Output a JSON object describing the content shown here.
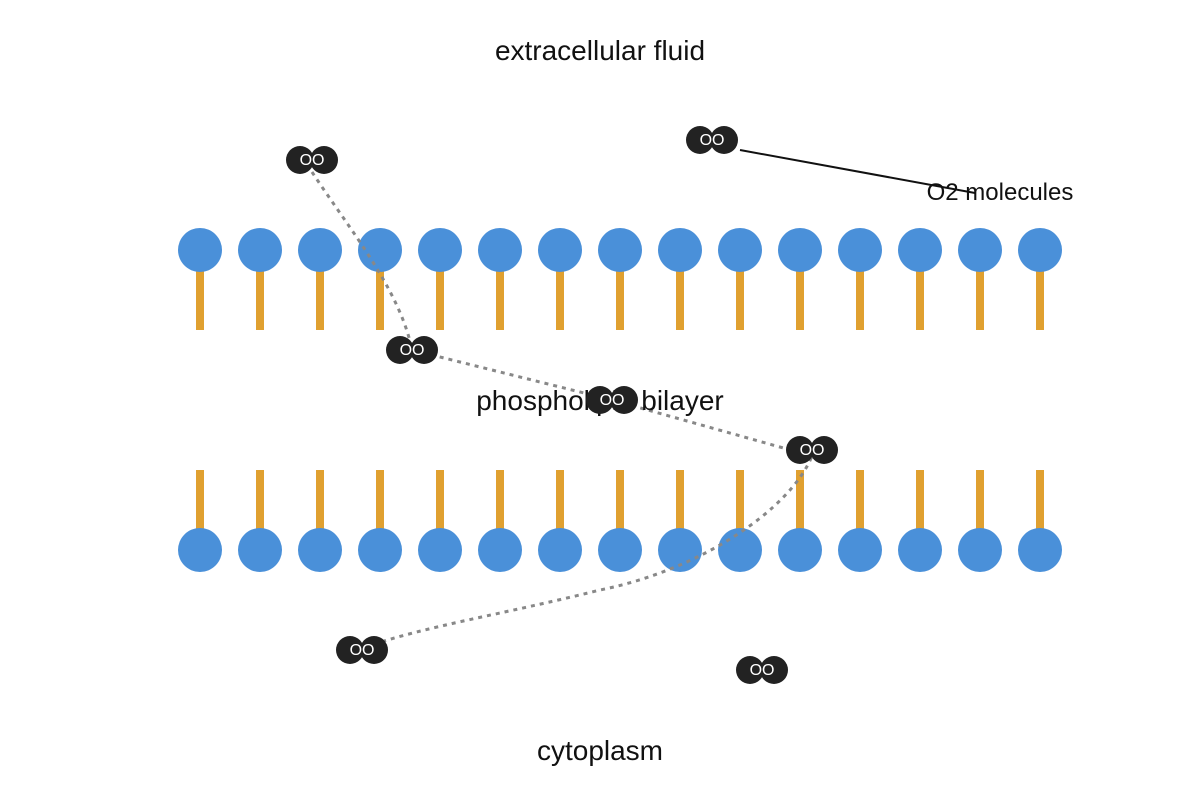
{
  "regions": {
    "top": "extracellular fluid",
    "middle": "phospholipid bilayer",
    "bottom": "cytoplasm"
  },
  "callout": {
    "label": "O2 molecules"
  },
  "molecule_label": "OO",
  "colors": {
    "head": "#4a90d9",
    "tail": "#e0a030",
    "molecule": "#222222",
    "path": "#888888",
    "text": "#111111",
    "background": "#ffffff"
  },
  "bilayer": {
    "heads_per_leaflet": 15
  },
  "molecules": [
    {
      "id": "o2-top-left"
    },
    {
      "id": "o2-top-right"
    },
    {
      "id": "o2-in-bilayer-1"
    },
    {
      "id": "o2-in-bilayer-2"
    },
    {
      "id": "o2-in-bilayer-3"
    },
    {
      "id": "o2-cytoplasm-left"
    },
    {
      "id": "o2-cytoplasm-right"
    }
  ]
}
